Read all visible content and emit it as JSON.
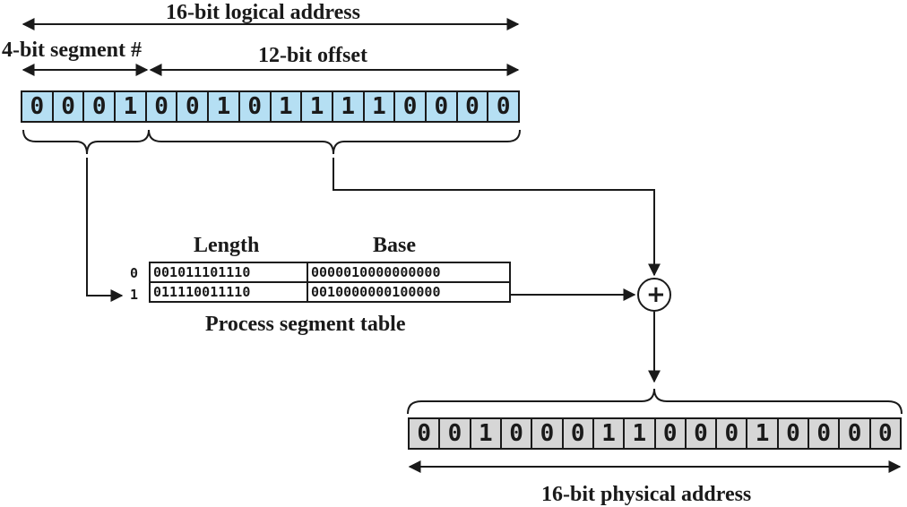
{
  "labels": {
    "logical_address": "16-bit logical address",
    "segment_number": "4-bit segment #",
    "offset": "12-bit offset",
    "length_header": "Length",
    "base_header": "Base",
    "table_caption": "Process segment table",
    "physical_address": "16-bit physical address",
    "adder_symbol": "+"
  },
  "logical_bits": [
    "0",
    "0",
    "0",
    "1",
    "0",
    "0",
    "1",
    "0",
    "1",
    "1",
    "1",
    "1",
    "0",
    "0",
    "0",
    "0"
  ],
  "physical_bits": [
    "0",
    "0",
    "1",
    "0",
    "0",
    "0",
    "1",
    "1",
    "0",
    "0",
    "0",
    "1",
    "0",
    "0",
    "0",
    "0"
  ],
  "segment_table": [
    {
      "index": "0",
      "length": "001011101110",
      "base": "0000010000000000"
    },
    {
      "index": "1",
      "length": "011110011110",
      "base": "0010000000100000"
    }
  ],
  "colors": {
    "logical_fill": "#b5dff3",
    "physical_fill": "#d6d6d6",
    "ink": "#1a1a1a"
  }
}
